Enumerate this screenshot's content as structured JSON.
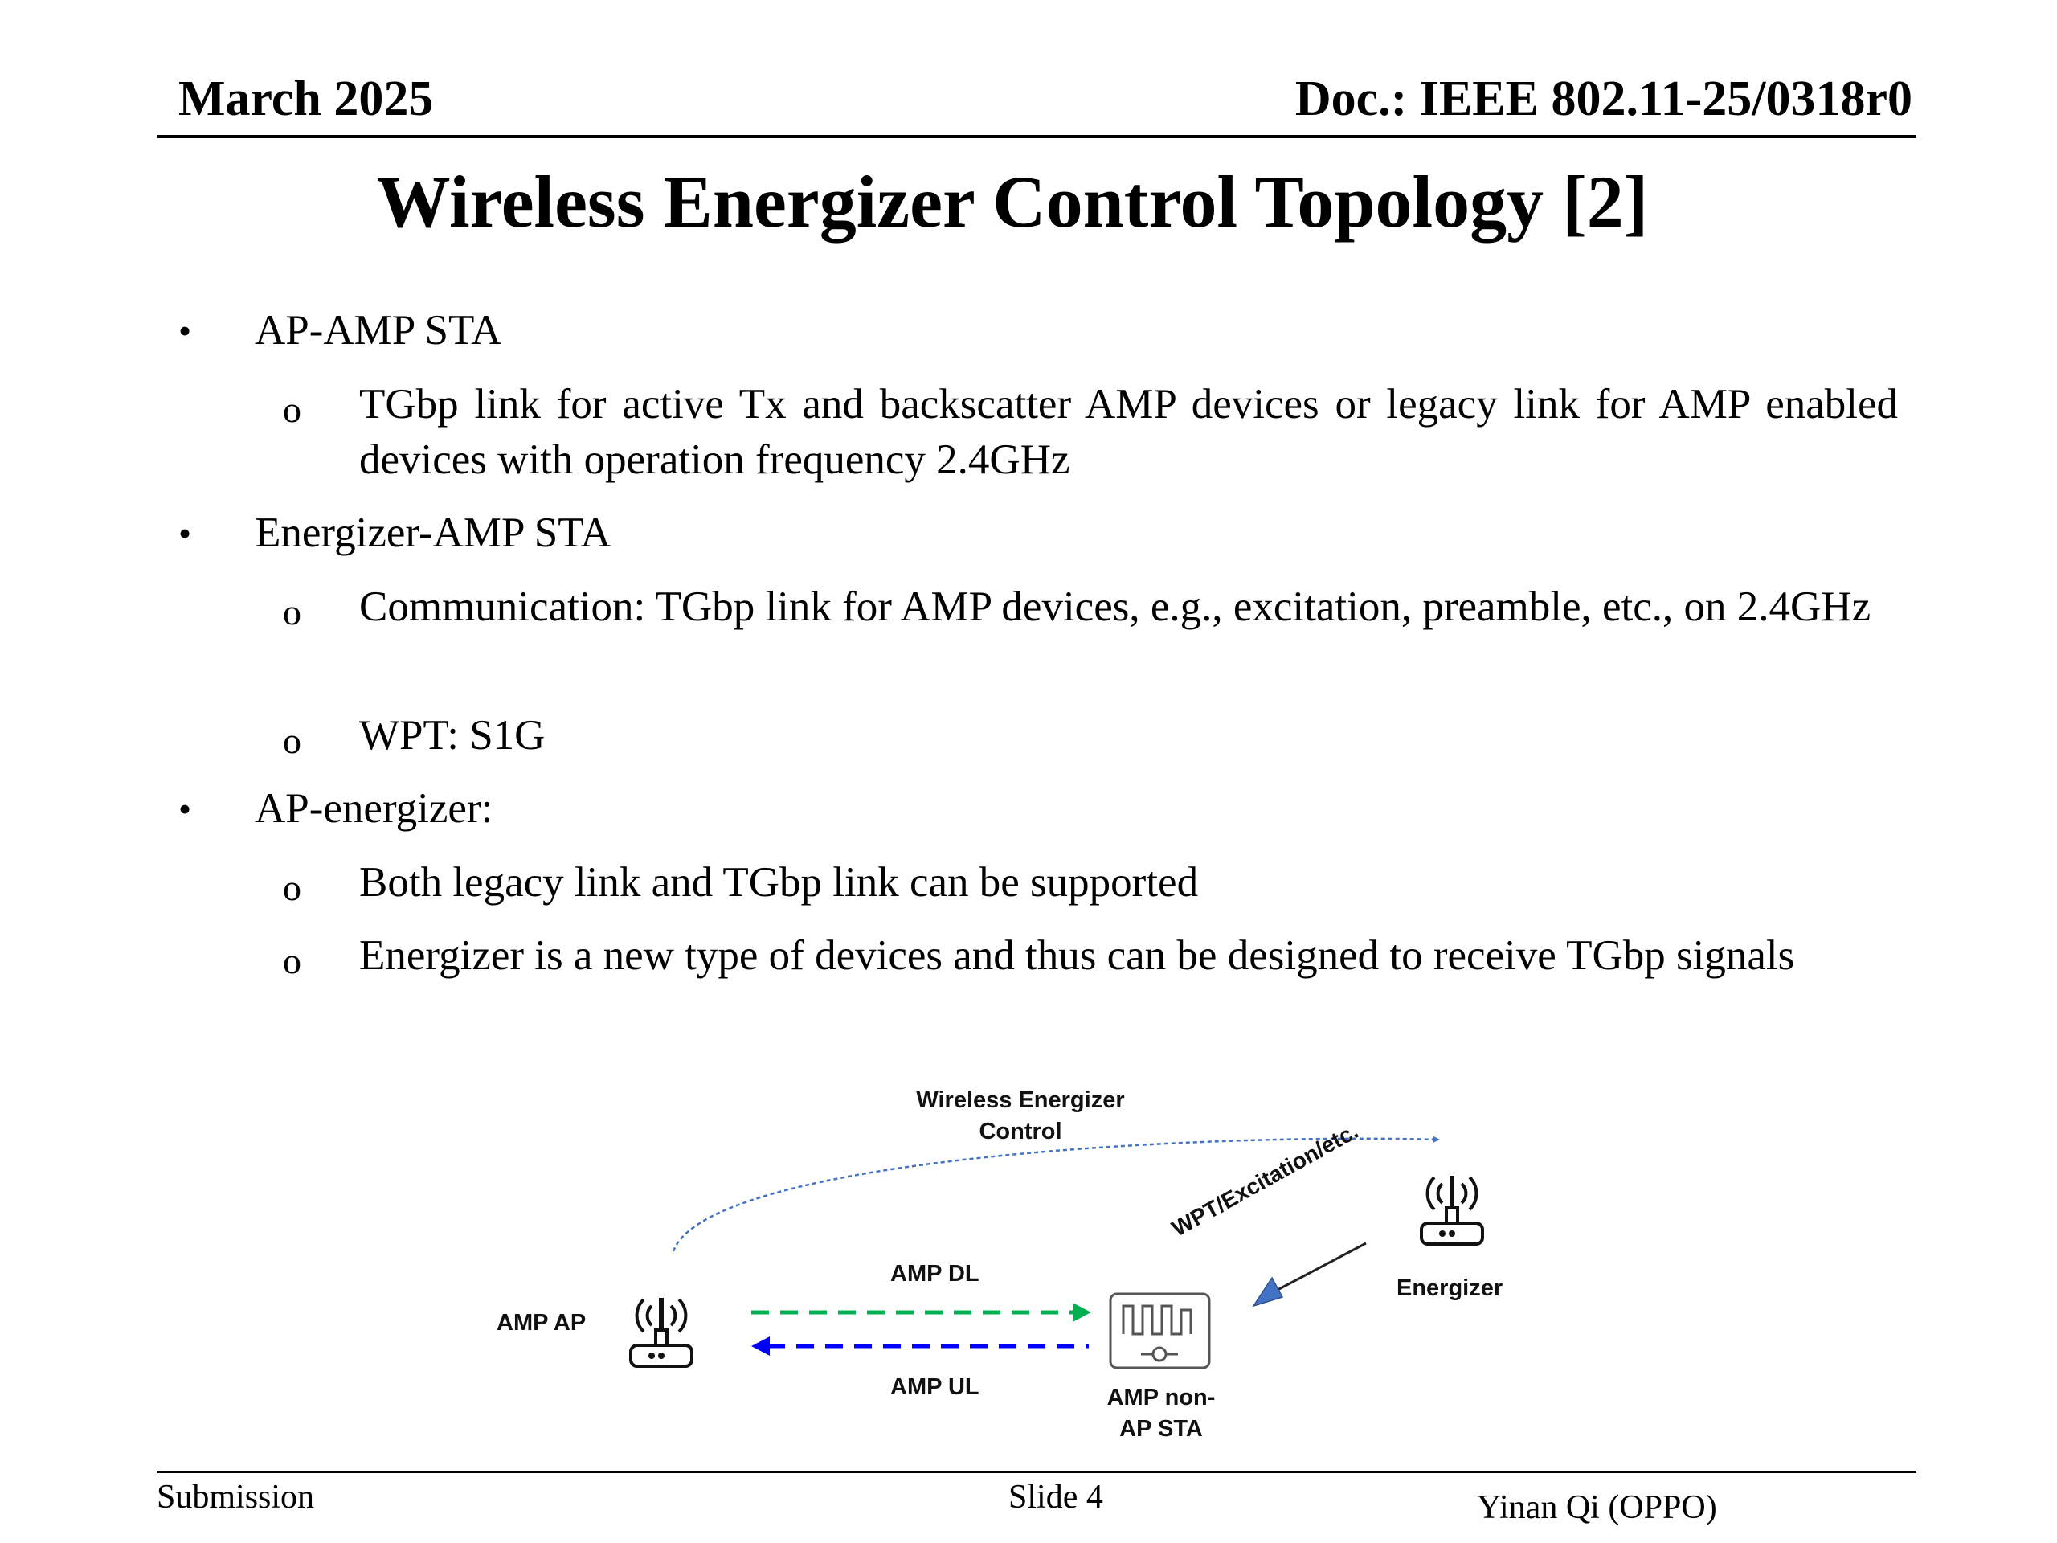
{
  "header": {
    "date": "March 2025",
    "doc_id": "Doc.: IEEE 802.11-25/0318r0"
  },
  "title": "Wireless Energizer Control Topology [2]",
  "bullets": [
    {
      "marker": "•",
      "text": "AP-AMP STA",
      "sub": [
        {
          "marker": "o",
          "text": "TGbp link for active Tx and backscatter AMP devices or legacy link for AMP enabled devices with operation frequency 2.4GHz"
        }
      ]
    },
    {
      "marker": "•",
      "text": "Energizer-AMP STA",
      "sub": [
        {
          "marker": "o",
          "text": "Communication: TGbp link for AMP devices, e.g., excitation, preamble, etc., on 2.4GHz"
        },
        {
          "marker": "o",
          "text": "WPT: S1G"
        }
      ]
    },
    {
      "marker": "•",
      "text": "AP-energizer:",
      "sub": [
        {
          "marker": "o",
          "text": "Both legacy link and TGbp link can be supported"
        },
        {
          "marker": "o",
          "text": "Energizer is a new type of devices and thus can be designed to receive TGbp signals"
        }
      ]
    }
  ],
  "diagram": {
    "control_label_1": "Wireless Energizer",
    "control_label_2": "Control",
    "ap_label": "AMP AP",
    "dl_label": "AMP DL",
    "ul_label": "AMP UL",
    "sta_label_1": "AMP non-",
    "sta_label_2": "AP STA",
    "wpt_label": "WPT/Excitation/etc.",
    "energizer_label": "Energizer",
    "colors": {
      "control": "#4472c4",
      "dl": "#00b050",
      "ul": "#0000ff",
      "wpt_arrow": "#4472c4"
    },
    "icons": [
      "router-icon",
      "router-icon",
      "amp-sta-device-icon"
    ]
  },
  "footer": {
    "left": "Submission",
    "center": "Slide 4",
    "right": "Yinan Qi (OPPO)"
  }
}
